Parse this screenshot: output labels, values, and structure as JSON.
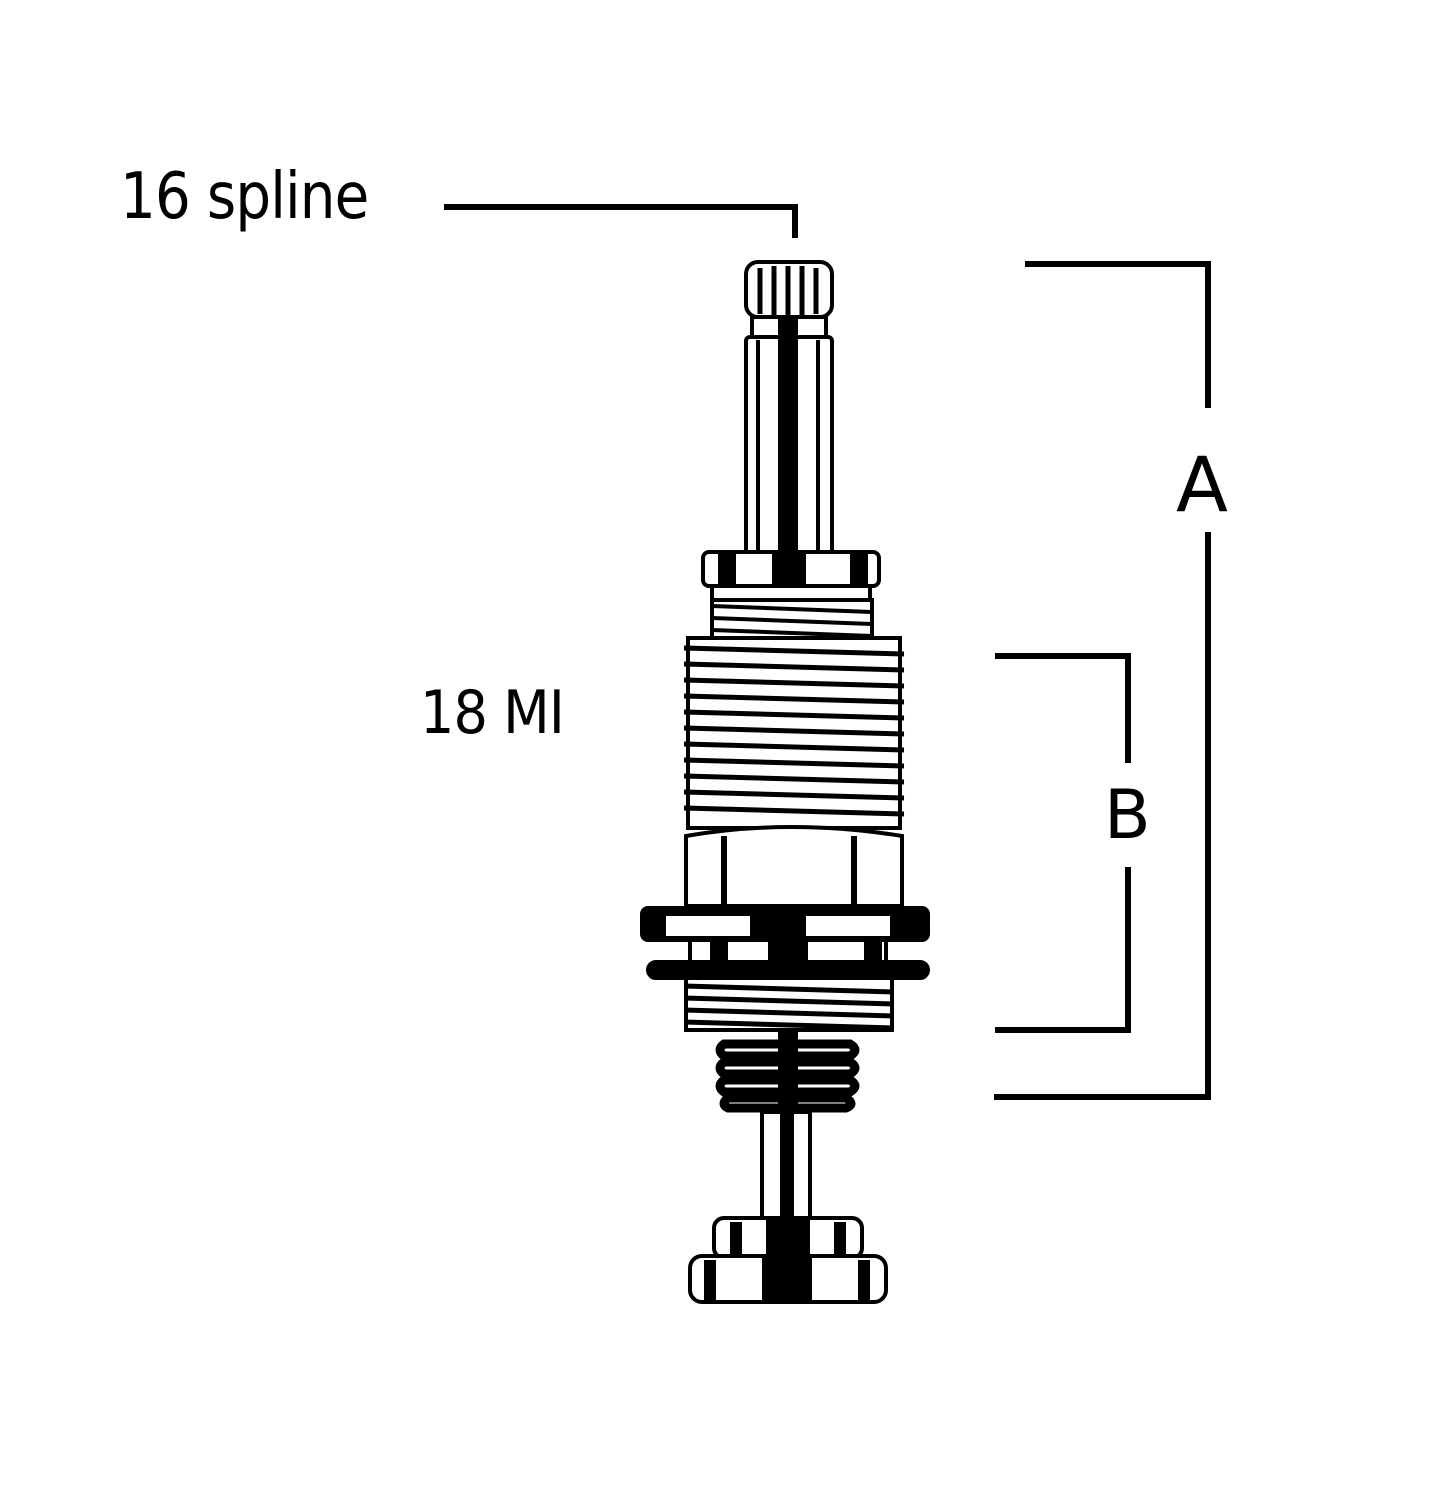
{
  "diagram": {
    "type": "technical-drawing",
    "subject": "faucet valve stem cartridge",
    "labels": {
      "spline": "16 spline",
      "thread": "18 MI",
      "dimension_a": "A",
      "dimension_b": "B"
    },
    "colors": {
      "background": "#ffffff",
      "ink": "#000000"
    }
  }
}
